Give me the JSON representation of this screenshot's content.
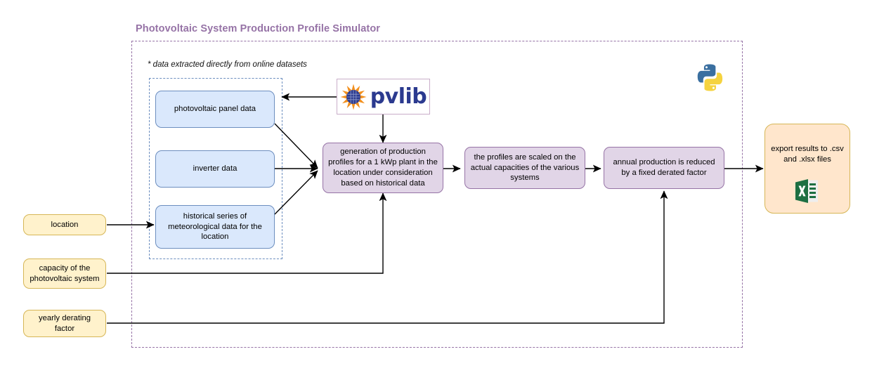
{
  "diagram": {
    "title": "Photovoltaic System Production Profile Simulator",
    "footnote": "* data extracted directly from online datasets",
    "colors": {
      "title": "#9673a6",
      "outer_border": "#9673a6",
      "inner_border": "#6c8ebf",
      "blue_fill": "#dae8fc",
      "blue_border": "#6c8ebf",
      "purple_fill": "#e1d5e7",
      "purple_border": "#9673a6",
      "orange_fill": "#ffe6cc",
      "yellow_fill": "#fff2cc",
      "yellow_border": "#d6b656",
      "pvlib_blue": "#2b3a8f",
      "pvlib_orange": "#f2901e",
      "excel_green": "#1d6f42",
      "python_blue": "#3a6fa0",
      "python_yellow": "#f5d33f"
    },
    "data_sources": [
      {
        "id": "panel",
        "label": "photovoltaic panel data"
      },
      {
        "id": "inverter",
        "label": "inverter data"
      },
      {
        "id": "meteo",
        "label": "historical series of meteorological data for the location"
      }
    ],
    "inputs": [
      {
        "id": "location",
        "label": "location"
      },
      {
        "id": "capacity",
        "label": "capacity of the photovoltaic system"
      },
      {
        "id": "derating",
        "label": "yearly derating factor"
      }
    ],
    "process": [
      {
        "id": "generation",
        "label": "generation of production profiles for a 1 kWp plant in the location under consideration based on historical data"
      },
      {
        "id": "scaling",
        "label": "the profiles are scaled on the actual capacities of the various systems"
      },
      {
        "id": "derate",
        "label": "annual production is reduced by a fixed derated factor"
      }
    ],
    "output": {
      "id": "export",
      "label": "export results to .csv and .xlsx files"
    },
    "logos": {
      "pvlib": "pvlib",
      "python": "python-logo",
      "excel": "excel-icon"
    }
  }
}
